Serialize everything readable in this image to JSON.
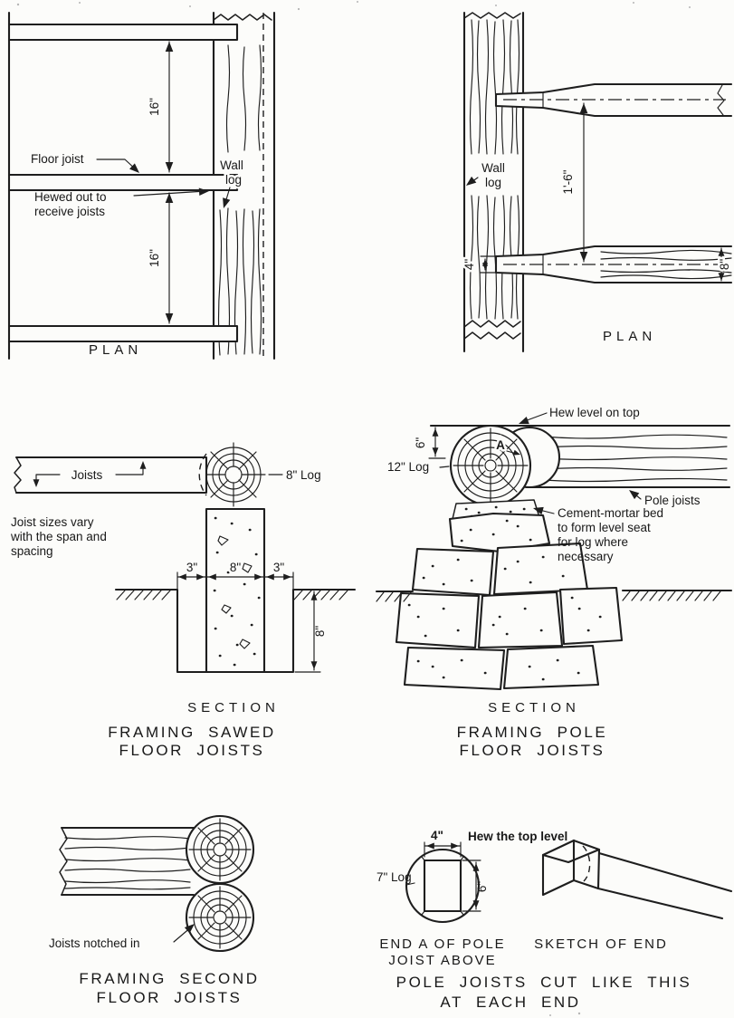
{
  "plan_sawed": {
    "dim_top": "16\"",
    "dim_bottom": "16\"",
    "floor_joist": "Floor joist",
    "wall": "Wall",
    "log": "log",
    "hewed_1": "Hewed out to",
    "hewed_2": "receive joists",
    "caption": "PLAN"
  },
  "plan_pole": {
    "wall": "Wall",
    "log": "log",
    "dim_spacing": "1'-6\"",
    "dim_tenon": "4\"",
    "dim_pole": "8\"",
    "caption": "PLAN"
  },
  "section_sawed": {
    "joists": "Joists",
    "log_size": "8\" Log",
    "note_1": "Joist sizes vary",
    "note_2": "with the span and",
    "note_3": "spacing",
    "dim_left": "3\"",
    "dim_mid": "8\"",
    "dim_right": "3\"",
    "dim_depth": "8\"",
    "caption": "SECTION",
    "title_1": "FRAMING SAWED",
    "title_2": "FLOOR JOISTS"
  },
  "section_pole": {
    "hew_note": "Hew level on top",
    "dim_six": "6\"",
    "point_a": "A",
    "log_size": "12\" Log",
    "pole_joists": "Pole joists",
    "mortar_1": "Cement-mortar bed",
    "mortar_2": "to form level seat",
    "mortar_3": "for log where",
    "mortar_4": "necessary",
    "caption": "SECTION",
    "title_1": "FRAMING POLE",
    "title_2": "FLOOR JOISTS"
  },
  "second_floor": {
    "note": "Joists notched in",
    "title_1": "FRAMING SECOND",
    "title_2": "FLOOR JOISTS"
  },
  "end_detail": {
    "dim_width": "4\"",
    "hew_note": "Hew the top level",
    "log_size": "7\" Log",
    "dim_height": "6\"",
    "caption_1": "END A OF POLE",
    "caption_2": "JOIST ABOVE",
    "sketch_caption": "SKETCH OF END",
    "title_1": "POLE JOISTS CUT LIKE THIS",
    "title_2": "AT EACH END"
  }
}
